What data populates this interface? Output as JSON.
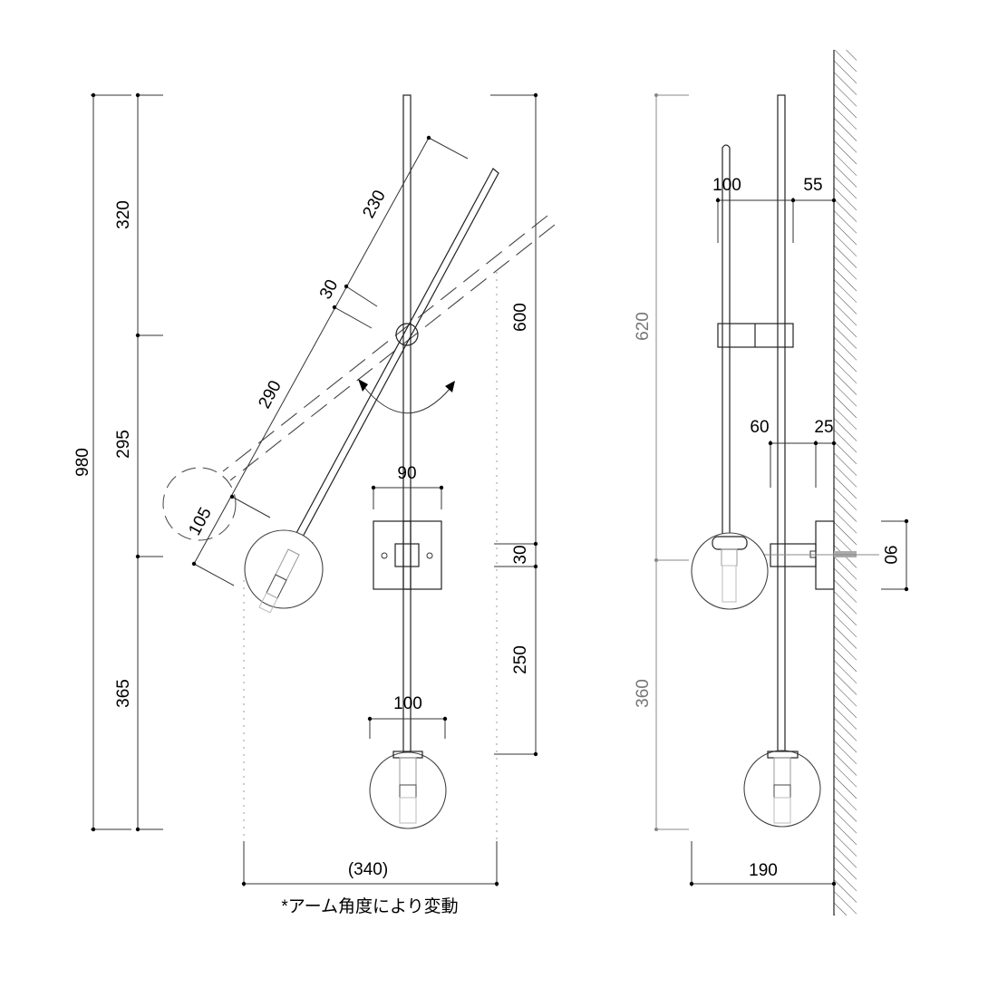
{
  "front_view": {
    "dims": {
      "total_height": "980",
      "upper": "320",
      "middle": "295",
      "lower": "365",
      "arm_upper": "230",
      "arm_gap": "30",
      "arm_lower": "290",
      "arm_end": "105",
      "plate_width": "90",
      "pole_upper": "600",
      "plate_gap": "30",
      "pole_lower": "250",
      "globe_width": "100",
      "span": "(340)"
    },
    "note": "*アーム角度により変動"
  },
  "side_view": {
    "dims": {
      "arm_offset": "100",
      "wall_offset": "55",
      "upper_height": "620",
      "lower_height": "360",
      "bracket_depth": "60",
      "plate_depth": "25",
      "plate_height": "90",
      "total_depth": "190"
    }
  }
}
